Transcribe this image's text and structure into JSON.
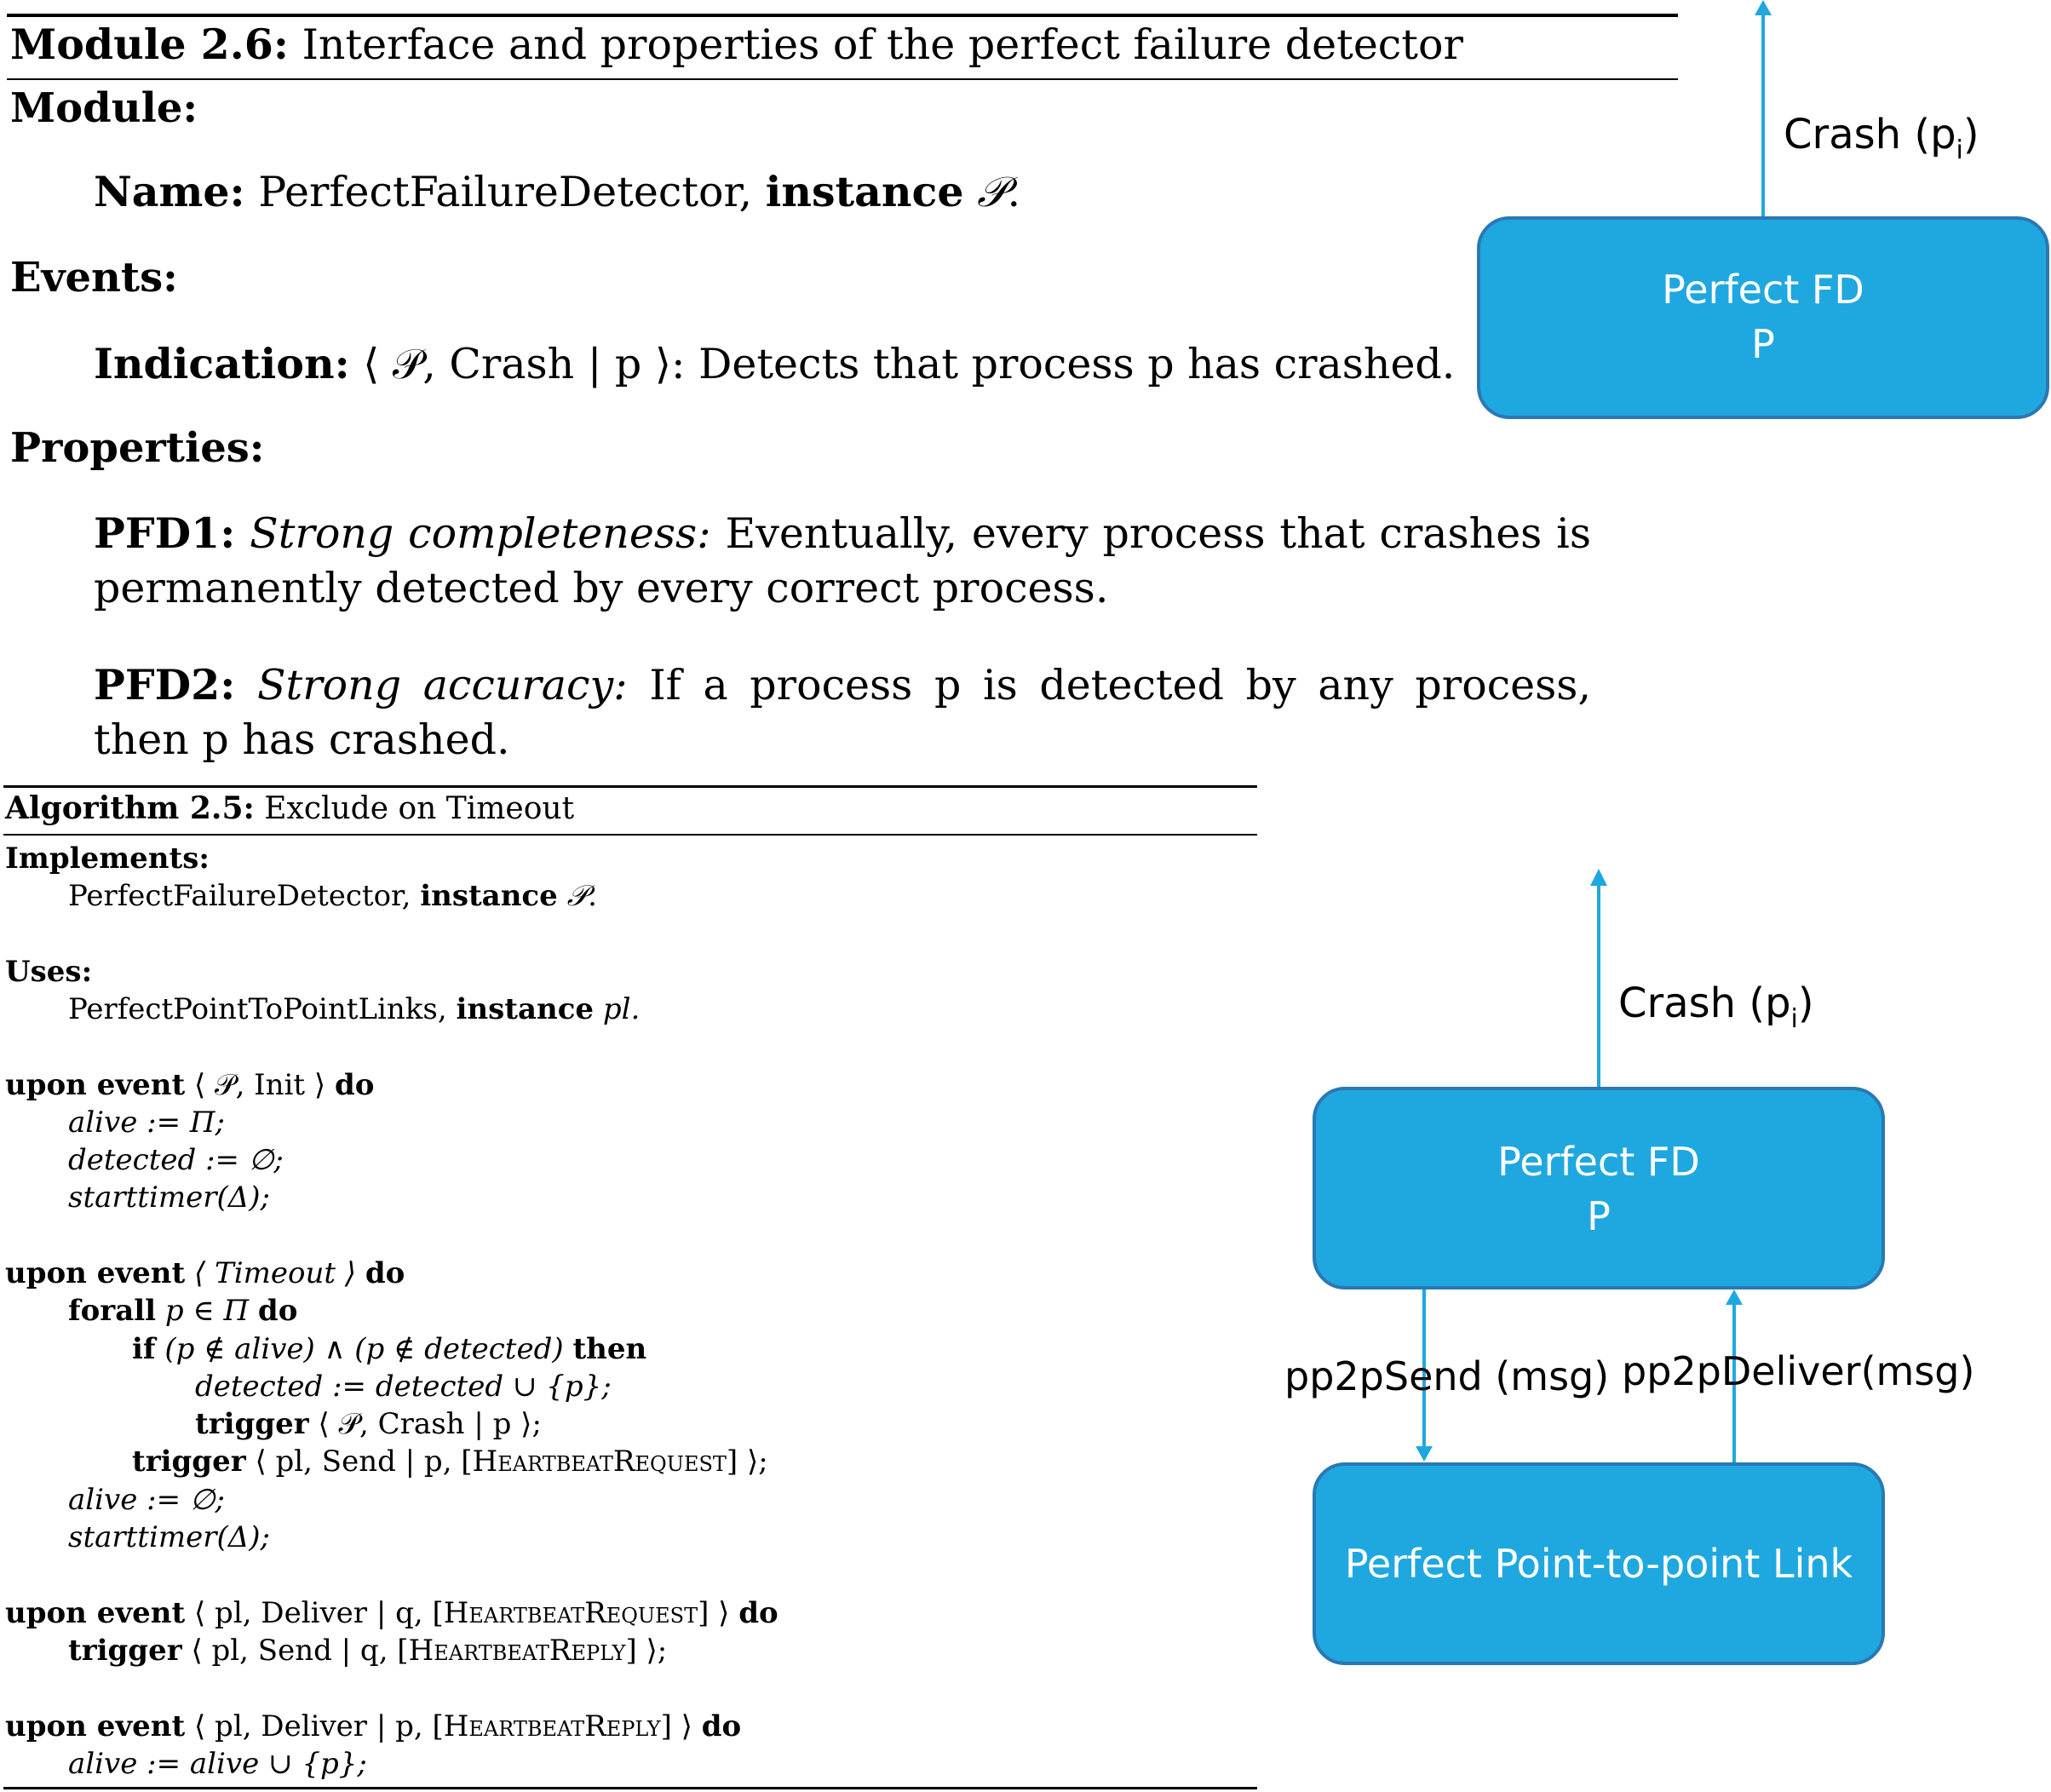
{
  "module": {
    "label": "Module 2.6:",
    "title": "Interface and properties of the perfect failure detector",
    "module_heading": "Module:",
    "name_label": "Name:",
    "name_value": "PerfectFailureDetector,",
    "instance_label": "instance",
    "instance_symbol": "𝒫",
    "events_heading": "Events:",
    "indication_label": "Indication:",
    "indication_event": "⟨ 𝒫, Crash | p ⟩",
    "indication_text": "Detects that process p has crashed.",
    "properties_heading": "Properties:",
    "pfd1_label": "PFD1:",
    "pfd1_name": "Strong completeness:",
    "pfd1_text": "Eventually, every process that crashes is permanently detected by every correct process.",
    "pfd2_label": "PFD2:",
    "pfd2_name": "Strong accuracy:",
    "pfd2_text": "If a process p is detected by any process, then p has crashed."
  },
  "algorithm": {
    "label": "Algorithm 2.5:",
    "title": "Exclude on Timeout",
    "implements_heading": "Implements:",
    "implements_value": "PerfectFailureDetector,",
    "uses_heading": "Uses:",
    "uses_value": "PerfectPointToPointLinks,",
    "uses_instance": "pl.",
    "kw_upon_event": "upon event",
    "kw_do": "do",
    "kw_forall": "forall",
    "kw_if": "if",
    "kw_then": "then",
    "kw_trigger": "trigger",
    "kw_instance": "instance",
    "init_event": "⟨ 𝒫, Init ⟩",
    "init_alive": "alive := Π;",
    "init_detected": "detected := ∅;",
    "init_timer": "starttimer(Δ);",
    "timeout_event": "⟨ Timeout ⟩",
    "forall_expr": "p ∈ Π",
    "if_expr": "(p ∉ alive) ∧ (p ∉ detected)",
    "detected_update": "detected := detected ∪ {p};",
    "trigger_crash": "⟨ 𝒫, Crash | p ⟩;",
    "trigger_send_request_pre": "⟨ pl, Send | p, [",
    "heartbeat_request": "HeartbeatRequest",
    "trigger_send_request_post": "] ⟩;",
    "timeout_alive": "alive := ∅;",
    "timeout_timer": "starttimer(Δ);",
    "deliver_request_pre": "⟨ pl, Deliver | q, [",
    "deliver_request_post": "] ⟩",
    "trigger_send_reply_pre": "⟨ pl, Send | q, [",
    "heartbeat_reply": "HeartbeatReply",
    "trigger_send_reply_post": "] ⟩;",
    "deliver_reply_pre": "⟨ pl, Deliver | p, [",
    "deliver_reply_post": "] ⟩",
    "reply_alive": "alive := alive ∪ {p};"
  },
  "diagram_top": {
    "arrow_label": "Crash (p",
    "arrow_label_sub": "i",
    "arrow_label_end": ")",
    "box_line1": "Perfect FD",
    "box_line2": "P"
  },
  "diagram_bottom": {
    "arrow_label": "Crash (p",
    "arrow_label_sub": "i",
    "arrow_label_end": ")",
    "fd_line1": "Perfect FD",
    "fd_line2": "P",
    "send_label": "pp2pSend (msg)",
    "deliver_label": "pp2pDeliver(msg)",
    "link_label": "Perfect Point-to-point Link"
  },
  "colors": {
    "box_fill": "#1fa8e0",
    "box_stroke": "#2a78b4",
    "arrow": "#1fa8e0",
    "box_text": "#ffffff"
  }
}
